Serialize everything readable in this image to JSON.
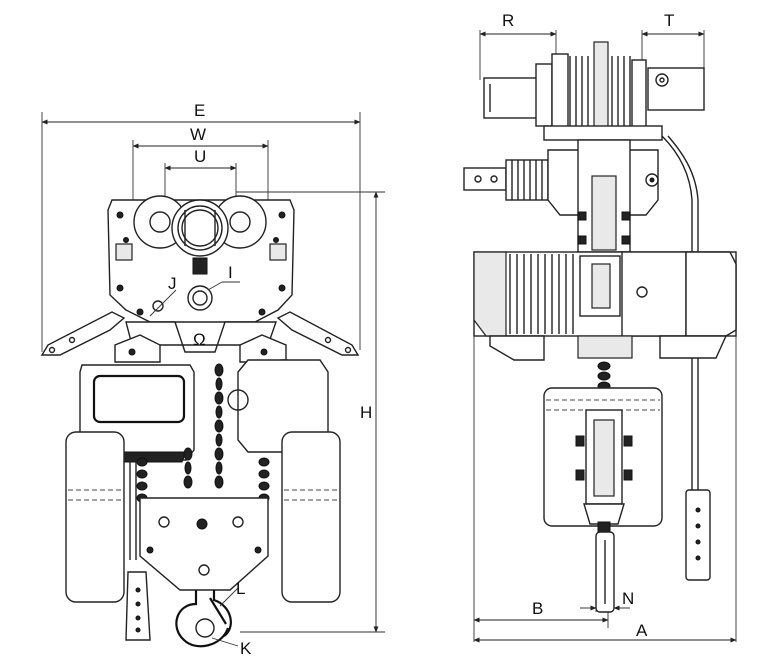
{
  "labels": {
    "E": "E",
    "W": "W",
    "U": "U",
    "J": "J",
    "I": "I",
    "H": "H",
    "L": "L",
    "K": "K",
    "R": "R",
    "T": "T",
    "B": "B",
    "N": "N",
    "A": "A"
  }
}
